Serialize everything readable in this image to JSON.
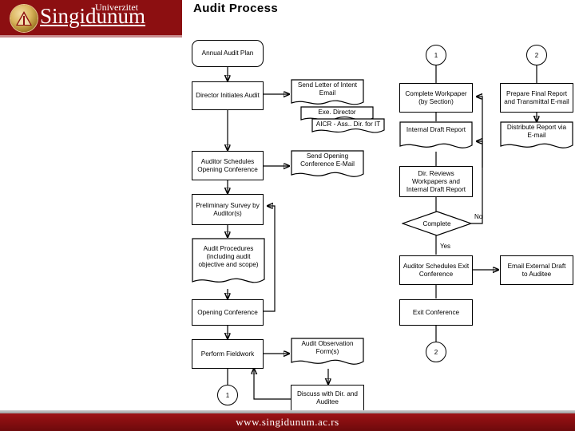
{
  "header": {
    "brand_main": "Singidunum",
    "brand_sub": "Univerzitet",
    "logo_icon": "singidunum-triangle-emblem-icon",
    "band_color": "#8c0f11"
  },
  "slide": {
    "title": "Audit Process"
  },
  "footer": {
    "url": "www.singidunum.ac.rs",
    "band_color": "#8c0f11"
  },
  "flowchart": {
    "nodes": {
      "annual_audit_plan": "Annual Audit Plan",
      "director_initiates_audit": "Director Initiates Audit",
      "send_letter_of_intent": "Send Letter of Intent\nEmail",
      "exe_director": "Exe. Director",
      "aicr": "AICR - Ass.. Dir. for IT",
      "auditor_schedules_opening": "Auditor Schedules\nOpening Conference",
      "send_opening_conf_email": "Send Opening\nConference E-Mail",
      "preliminary_survey": "Preliminary Survey by\nAuditor(s)",
      "audit_procedures": "Audit Procedures\n(including audit\nobjective and scope)",
      "opening_conference": "Opening Conference",
      "perform_fieldwork": "Perform Fieldwork",
      "audit_observation_forms": "Audit Observation\nForm(s)",
      "discuss_with_dir": "Discuss with Dir. and\nAuditee",
      "connector_1_bottom_left": "1",
      "connector_1_top_right": "1",
      "connector_2_top_right": "2",
      "connector_2_bottom_right": "2",
      "complete_workpaper": "Complete Workpaper\n(by Section)",
      "internal_draft_report": "Internal Draft Report",
      "dir_reviews": "Dir. Reviews\nWorkpapers and\nInternal Draft Report",
      "complete_decision": "Complete",
      "auditor_schedules_exit": "Auditor Schedules Exit\nConference",
      "email_external_draft": "Email External Draft\nto Auditee",
      "exit_conference": "Exit Conference",
      "prepare_final_report": "Prepare Final Report\nand Transmittal E-mail",
      "distribute_report": "Distribute Report via\nE-mail"
    },
    "edge_labels": {
      "no": "No",
      "yes": "Yes"
    }
  }
}
